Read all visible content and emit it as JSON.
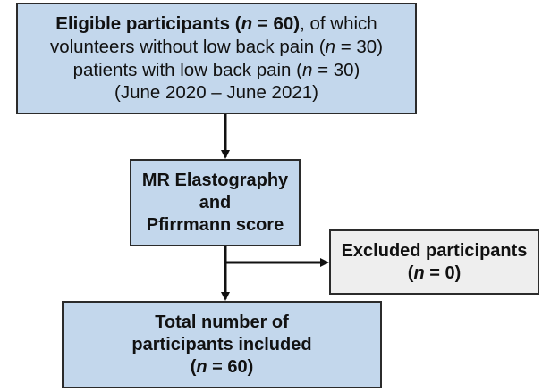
{
  "diagram": {
    "eligible": {
      "line1": {
        "prefix": "Eligible participants (",
        "n_label": "n",
        "count": " = 60)",
        "suffix": ", of which"
      },
      "line2": {
        "text": "volunteers without low back pain (",
        "n_label": "n",
        "count": " = 30)"
      },
      "line3": {
        "text": "patients with low back pain (",
        "n_label": "n",
        "count": " = 30)"
      },
      "line4": "(June 2020 – June 2021)"
    },
    "assessment": {
      "line1": "MR Elastography",
      "line2": "and",
      "line3": "Pfirrmann score"
    },
    "excluded": {
      "line1": "Excluded participants",
      "line2": {
        "open": "(",
        "n_label": "n",
        "count": " = 0)"
      }
    },
    "total": {
      "line1": "Total number of",
      "line2": "participants included",
      "line3": {
        "open": "(",
        "n_label": "n",
        "count": " = 60)"
      }
    }
  },
  "colors": {
    "box_fill_blue": "#c3d7ec",
    "box_fill_grey": "#eeeeee",
    "border": "#2b2b2b",
    "arrow": "#111111"
  }
}
